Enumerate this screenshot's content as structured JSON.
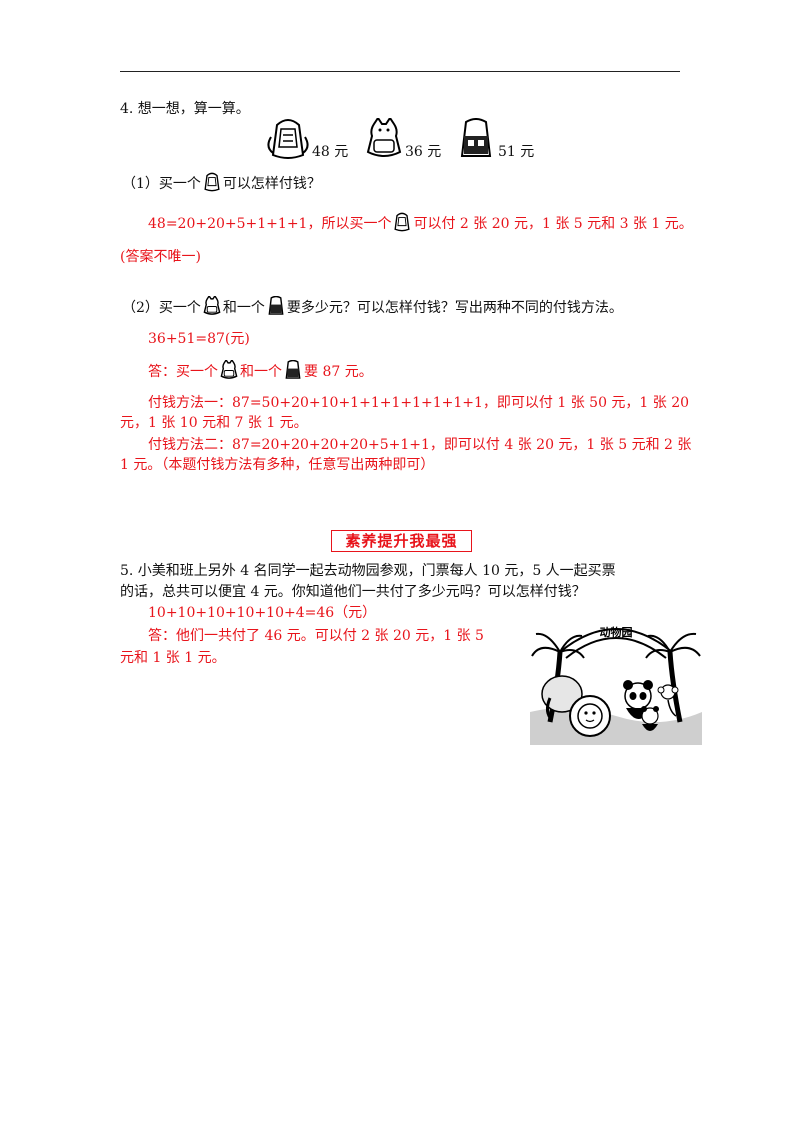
{
  "q4": {
    "title": "4. 想一想，算一算。",
    "bags": [
      {
        "icon": "backpack-large-icon",
        "price": "48 元"
      },
      {
        "icon": "backpack-cat-icon",
        "price": "36 元"
      },
      {
        "icon": "backpack-square-icon",
        "price": "51 元"
      }
    ],
    "sub1": {
      "q_pre": "（1）买一个",
      "q_post": "可以怎样付钱？",
      "a_pre": "48=20+20+5+1+1+1，所以买一个",
      "a_post": "可以付 2 张 20 元，1 张 5 元和 3 张 1 元。",
      "note": "(答案不唯一)"
    },
    "sub2": {
      "q_p1": "（2）买一个",
      "q_p2": "和一个",
      "q_p3": "要多少元？可以怎样付钱？写出两种不同的付钱方法。",
      "calc": "36+51=87(元)",
      "ans_p1": "答：买一个",
      "ans_p2": "和一个",
      "ans_p3": "要 87 元。",
      "m1_l1": "付钱方法一：87=50+20+10+1+1+1+1+1+1+1，即可以付 1 张 50 元，1 张 20",
      "m1_l2": "元，1 张 10 元和 7 张 1 元。",
      "m2_l1": "付钱方法二：87=20+20+20+20+5+1+1，即可以付 4 张 20 元，1 张 5 元和 2 张",
      "m2_l2": "1 元。（本题付钱方法有多种，任意写出两种即可）"
    }
  },
  "section_title": "素养提升我最强",
  "q5": {
    "l1": "5. 小美和班上另外 4 名同学一起去动物园参观，门票每人 10 元，5 人一起买票",
    "l2": "的话，总共可以便宜 4 元。你知道他们一共付了多少元吗？可以怎样付钱？",
    "calc": "10+10+10+10+10+4=46（元）",
    "ans_l1": "答：他们一共付了 46 元。可以付 2 张 20 元，1 张 5",
    "ans_l2": "元和 1 张 1 元。",
    "zoo_sign": "动物园"
  }
}
